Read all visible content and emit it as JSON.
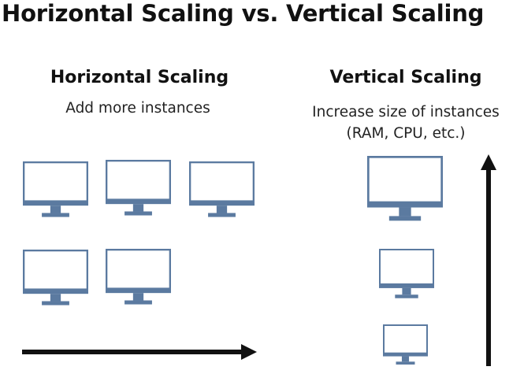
{
  "title": "Horizontal Scaling vs. Vertical Scaling",
  "horizontal": {
    "heading": "Horizontal Scaling",
    "subtitle": "Add more instances",
    "monitor_icon": "monitor-icon",
    "arrow_icon": "arrow-right-icon"
  },
  "vertical": {
    "heading": "Vertical Scaling",
    "subtitle_line1": "Increase size of instances",
    "subtitle_line2": "(RAM, CPU, etc.)",
    "monitor_icon": "monitor-icon",
    "arrow_icon": "arrow-up-icon"
  },
  "colors": {
    "monitor_stroke": "#5b7aa0",
    "monitor_screen": "#ffffff",
    "arrow": "#111111"
  }
}
